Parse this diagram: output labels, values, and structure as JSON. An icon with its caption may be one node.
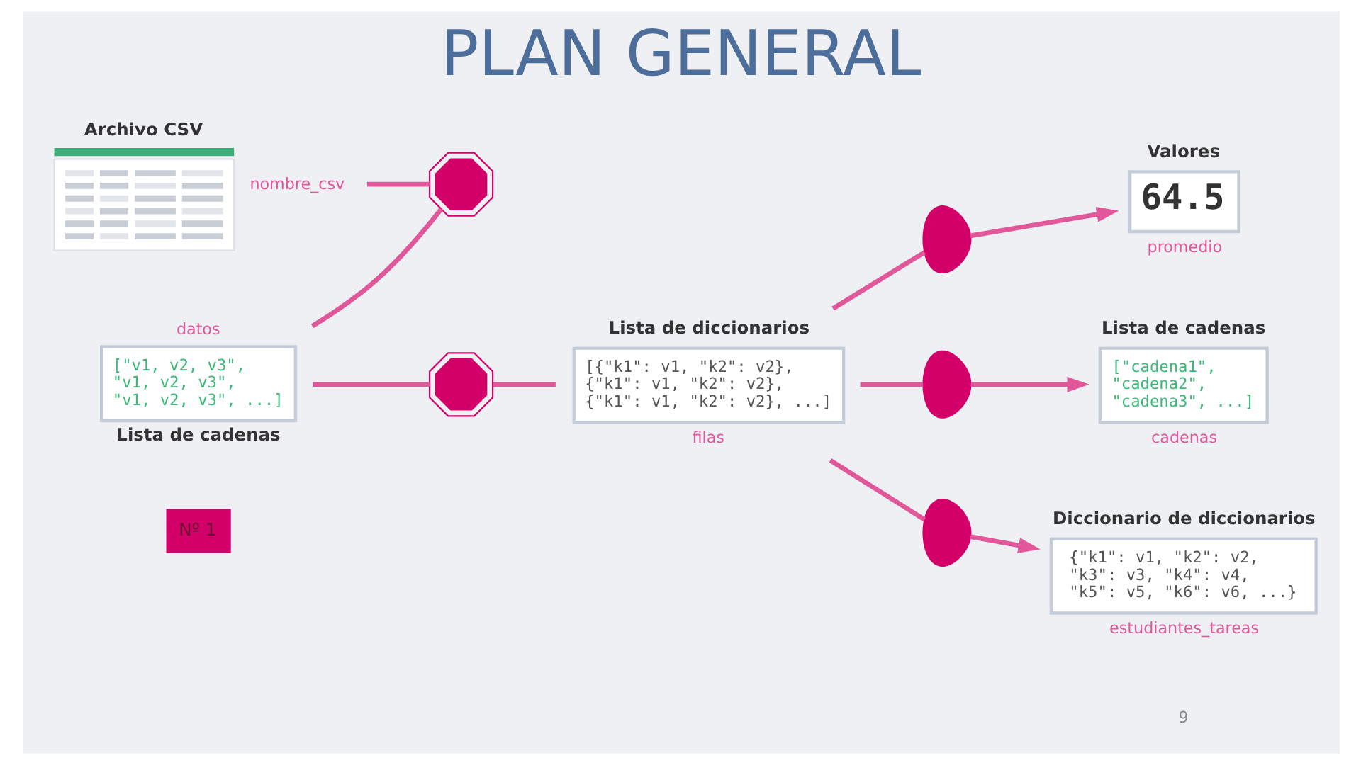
{
  "diagram": {
    "title": "PLAN GENERAL",
    "nodes": [
      {
        "text": [
          "Archivo CSV"
        ],
        "beside": [
          "nombre_csv"
        ]
      },
      {
        "text": [],
        "shape": "gear"
      },
      {
        "text": [
          "[\"v1, v2, v3\",",
          "\"v1, v2, v3\",",
          "\"v1, v2, v3\", ...]",
          "Lista de cadenas"
        ],
        "beside": [
          "datos"
        ]
      },
      {
        "text": [],
        "shape": "gear"
      },
      {
        "text": [
          "Lista de diccionarios",
          "[{\"k1\": v1, \"k2\": v2},",
          "{\"k1\": v1, \"k2\": v2},",
          "{\"k1\": v1, \"k2\": v2}, ...]"
        ],
        "beside": [
          "filas"
        ]
      },
      {
        "text": [],
        "shape": "bulb"
      },
      {
        "text": [
          "Valores",
          "64.5"
        ],
        "beside": [
          "promedio"
        ]
      },
      {
        "text": [],
        "shape": "bulb"
      },
      {
        "text": [
          "Lista de cadenas",
          "[\"cadena1\",",
          "\"cadena2\",",
          "\"cadena3\", ...]"
        ],
        "beside": [
          "cadenas"
        ]
      },
      {
        "text": [],
        "shape": "bulb"
      },
      {
        "text": [
          "Diccionario de diccionarios",
          "{\"k1\": v1, \"k2\": v2,",
          "\"k3\": v3, \"k4\": v4,",
          "\"k5\": v5, \"k6\": v6, ...}"
        ],
        "beside": [
          "estudiantes_tareas"
        ]
      }
    ],
    "edges": [
      {
        "from": 0,
        "to": 1,
        "arrow": "none"
      },
      {
        "from": 1,
        "to": 2,
        "arrow": "none"
      },
      {
        "from": 2,
        "to": 3,
        "arrow": "none"
      },
      {
        "from": 3,
        "to": 4,
        "arrow": "none"
      },
      {
        "from": 4,
        "to": 5,
        "arrow": "none"
      },
      {
        "from": 5,
        "to": 6,
        "arrow": "to"
      },
      {
        "from": 4,
        "to": 7,
        "arrow": "none"
      },
      {
        "from": 7,
        "to": 8,
        "arrow": "to"
      },
      {
        "from": 4,
        "to": 9,
        "arrow": "none"
      },
      {
        "from": 9,
        "to": 10,
        "arrow": "to"
      }
    ],
    "labels": [
      "Nº 1",
      "9"
    ]
  }
}
